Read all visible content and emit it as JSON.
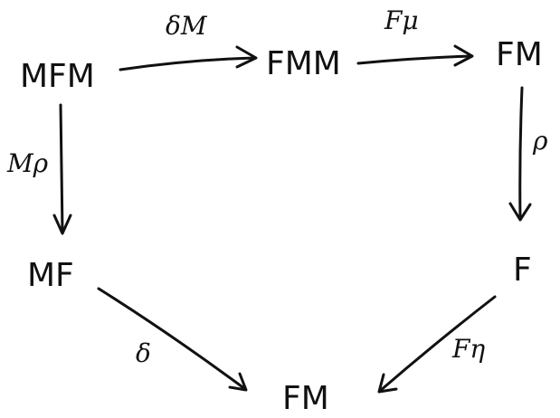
{
  "nodes": {
    "mfm": "MFM",
    "fmm": "FMM",
    "fm_top": "FM",
    "mf": "MF",
    "f": "F",
    "fm_bottom": "FM"
  },
  "edges": {
    "mfm_to_fmm": "δM",
    "fmm_to_fm": "Fμ",
    "mfm_to_mf": "Mρ",
    "fm_to_f": "ρ",
    "mf_to_fm": "δ",
    "f_to_fm": "Fη"
  }
}
